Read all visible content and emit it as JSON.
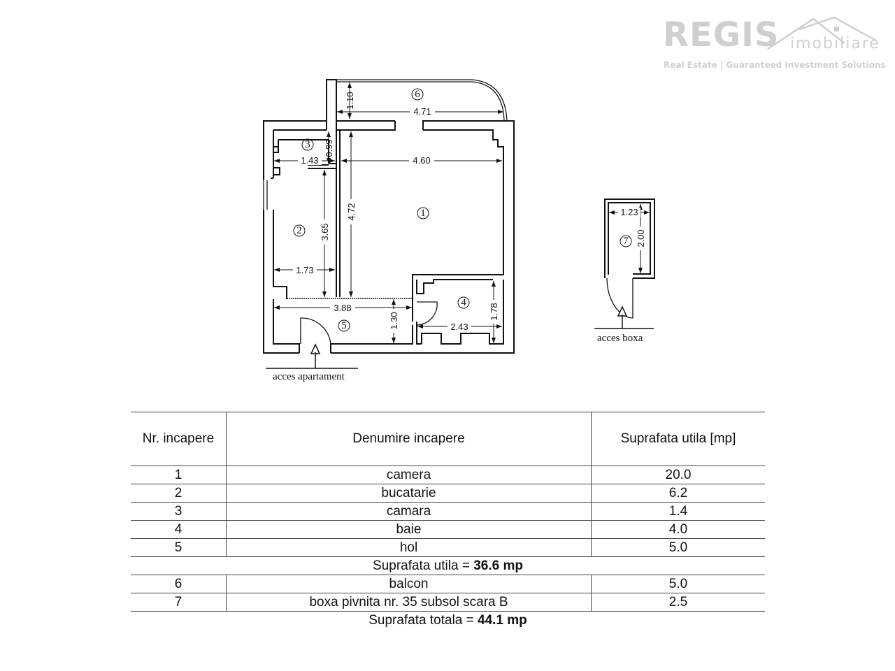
{
  "logo": {
    "brand": "REGIS",
    "sub": "imobiliare",
    "tagline": "Real Estate | Guaranteed Investment Solutions"
  },
  "plan": {
    "rooms": [
      "1",
      "2",
      "3",
      "4",
      "5",
      "6",
      "7"
    ],
    "dimensions": {
      "balcon_depth": "1.10",
      "balcon_width": "4.71",
      "camara_height": "0.99",
      "camara_width": "1.43",
      "camera_width": "4.60",
      "camera_height": "4.72",
      "bucatarie_height": "3.65",
      "bucatarie_width": "1.73",
      "hol_width": "3.88",
      "hol_depth": "1.30",
      "baie_width": "2.43",
      "baie_height": "1.78",
      "boxa_width": "1.23",
      "boxa_height": "2.00"
    },
    "access_apartment": "acces apartament",
    "access_box": "acces boxa"
  },
  "table": {
    "headers": [
      "Nr. incapere",
      "Denumire incapere",
      "Suprafata utila [mp]"
    ],
    "rows": [
      {
        "nr": "1",
        "name": "camera",
        "area": "20.0"
      },
      {
        "nr": "2",
        "name": "bucatarie",
        "area": "6.2"
      },
      {
        "nr": "3",
        "name": "camara",
        "area": "1.4"
      },
      {
        "nr": "4",
        "name": "baie",
        "area": "4.0"
      },
      {
        "nr": "5",
        "name": "hol",
        "area": "5.0"
      }
    ],
    "subtotal_label": "Suprafata utila = ",
    "subtotal_value": "36.6 mp",
    "extra_rows": [
      {
        "nr": "6",
        "name": "balcon",
        "area": "5.0"
      },
      {
        "nr": "7",
        "name": "boxa pivnita nr. 35 subsol scara B",
        "area": "2.5"
      }
    ],
    "total_label": "Suprafata totala = ",
    "total_value": "44.1 mp"
  }
}
